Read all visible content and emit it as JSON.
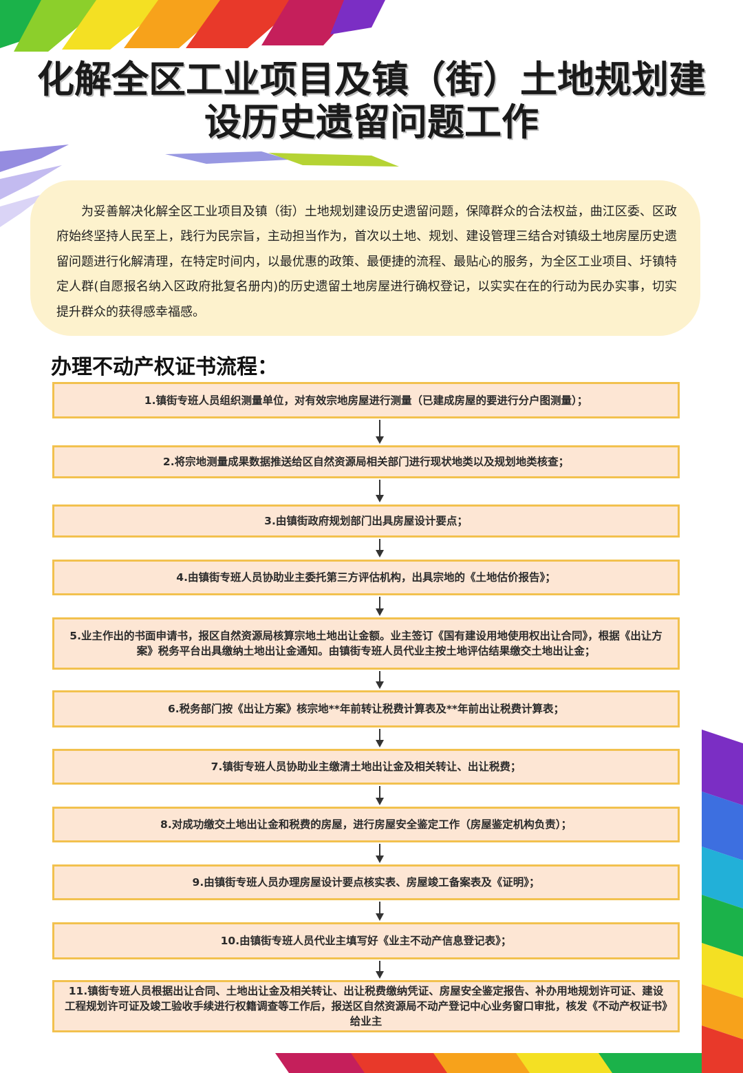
{
  "title": {
    "line1": "化解全区工业项目及镇（街）土地规划建",
    "line2": "设历史遗留问题工作"
  },
  "intro": {
    "text": "为妥善解决化解全区工业项目及镇（街）土地规划建设历史遗留问题，保障群众的合法权益，曲江区委、区政府始终坚持人民至上，践行为民宗旨，主动担当作为，首次以土地、规划、建设管理三结合对镇级土地房屋历史遗留问题进行化解清理，在特定时间内，以最优惠的政策、最便捷的流程、最贴心的服务，为全区工业项目、圩镇特定人群(自愿报名纳入区政府批复名册内)的历史遗留土地房屋进行确权登记，以实实在在的行动为民办实事，切实提升群众的获得感幸福感。"
  },
  "flow": {
    "heading": "办理不动产权证书流程：",
    "steps": [
      "1.镇街专班人员组织测量单位，对有效宗地房屋进行测量（已建成房屋的要进行分户图测量）；",
      "2.将宗地测量成果数据推送给区自然资源局相关部门进行现状地类以及规划地类核查；",
      "3.由镇街政府规划部门出具房屋设计要点；",
      "4.由镇街专班人员协助业主委托第三方评估机构，出具宗地的《土地估价报告》；",
      "5.业主作出的书面申请书，报区自然资源局核算宗地土地出让金额。业主签订《国有建设用地使用权出让合同》，根据《出让方案》税务平台出具缴纳土地出让金通知。由镇街专班人员代业主按土地评估结果缴交土地出让金；",
      "6.税务部门按《出让方案》核宗地**年前转让税费计算表及**年前出让税费计算表；",
      "7.镇街专班人员协助业主缴清土地出让金及相关转让、出让税费；",
      "8.对成功缴交土地出让金和税费的房屋，进行房屋安全鉴定工作（房屋鉴定机构负责）；",
      "9.由镇街专班人员办理房屋设计要点核实表、房屋竣工备案表及《证明》；",
      "10.由镇街专班人员代业主填写好《业主不动产信息登记表》；",
      "11.镇街专班人员根据出让合同、土地出让金及相关转让、出让税费缴纳凭证、房屋安全鉴定报告、补办用地规划许可证、建设工程规划许可证及竣工验收手续进行权籍调查等工作后，报送区自然资源局不动产登记中心业务窗口审批，核发《不动产权证书》给业主"
    ]
  }
}
